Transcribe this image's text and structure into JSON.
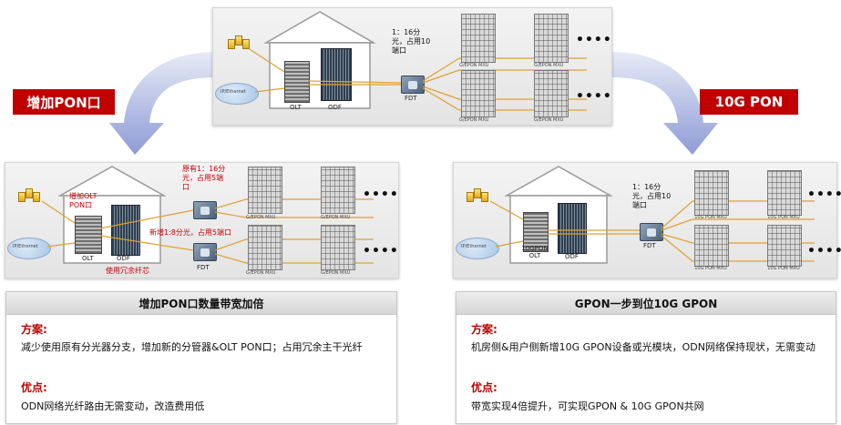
{
  "top": {
    "fdt_note": "1：16分光，占用10端口",
    "olt": "OLT",
    "odf": "ODF",
    "fdt": "FDT",
    "ip_ethernet": "IP/Ethernet",
    "mxu_labels": [
      "G/EPON MXU",
      "G/EPON MXU",
      "G/EPON MXU",
      "G/EPON MXU"
    ]
  },
  "arrows": {
    "left_label": "增加PON口",
    "right_label": "10G PON"
  },
  "left": {
    "add_olt_pon": "增加OLT PON口",
    "original_split": "原有1：16分光，占用5端口",
    "new_split": "新增1:8分光，占用5端口",
    "use_spare": "使用冗余纤芯",
    "olt": "OLT",
    "odf": "ODF",
    "fdt": "FDT",
    "ip_ethernet": "IP/Ethernet",
    "mxu_labels": [
      "G/EPON MXU",
      "G/EPON MXU",
      "G/EPON MXU",
      "G/EPON MXU"
    ]
  },
  "right": {
    "fdt_note": "1：16分光，占用10端口",
    "olt": "10GPON OLT",
    "odf": "ODF",
    "fdt": "FDT",
    "ip_ethernet": "IP/Ethernet",
    "mxu_labels": [
      "10G PON MXU",
      "10G PON MXU",
      "10G PON MXU",
      "10G PON MXU"
    ]
  },
  "left_box": {
    "title": "增加PON口数量带宽加倍",
    "plan_heading": "方案:",
    "plan_text": "减少使用原有分光器分支，增加新的分管器&OLT PON口；占用冗余主干光纤",
    "adv_heading": "优点:",
    "adv_text": "ODN网络光纤路由无需变动，改造费用低"
  },
  "right_box": {
    "title": "GPON一步到位10G GPON",
    "plan_heading": "方案:",
    "plan_text": "机房侧&用户侧新增10G GPON设备或光模块，ODN网络保持现状，无需变动",
    "adv_heading": "优点:",
    "adv_text": "带宽实现4倍提升，可实现GPON & 10G GPON共网"
  },
  "colors": {
    "accent_red": "#c00000",
    "fiber": "#e0a030",
    "arrow_blue": "#a8b4e0"
  }
}
